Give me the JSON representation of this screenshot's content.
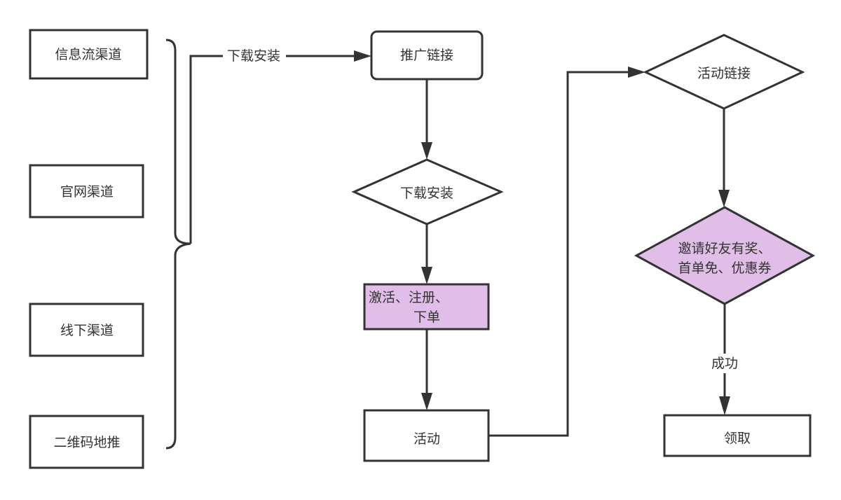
{
  "channels": [
    "信息流渠道",
    "官网渠道",
    "线下渠道",
    "二维码地推"
  ],
  "edge_labels": {
    "download": "下载安装",
    "success": "成功"
  },
  "nodes": {
    "promo_link": "推广链接",
    "download_install": "下载安装",
    "activate_line1": "激活、注册、",
    "activate_line2": "下单",
    "activity": "活动",
    "activity_link": "活动链接",
    "rewards_line1": "邀请好友有奖、",
    "rewards_line2": "首单免、优惠券",
    "claim": "领取"
  },
  "colors": {
    "highlight": "#e1bee7",
    "stroke": "#333333"
  }
}
